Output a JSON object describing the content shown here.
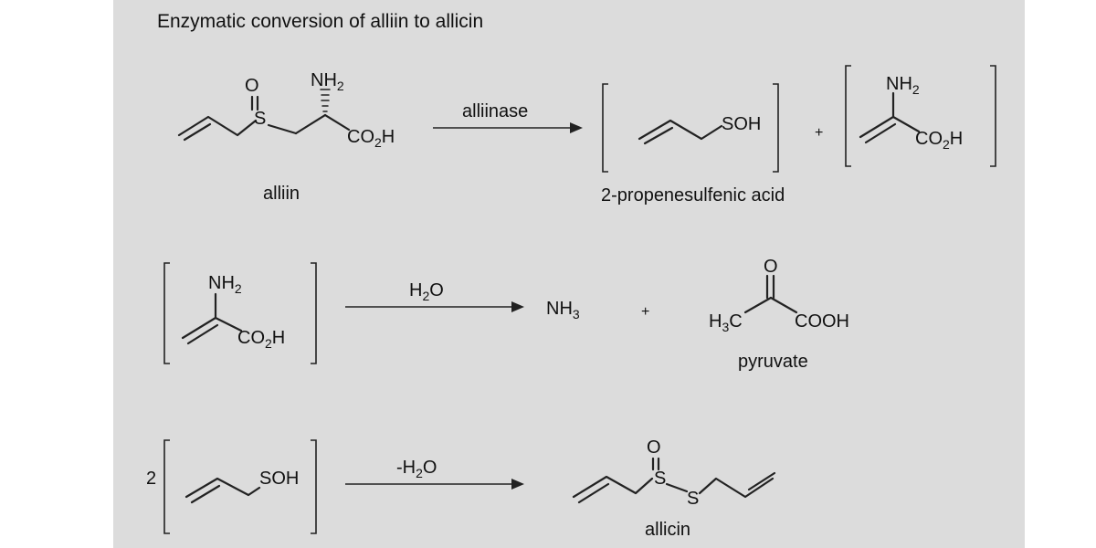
{
  "title": "Enzymatic conversion of alliin to allicin",
  "reaction1": {
    "reactant": {
      "amine": "NH",
      "amine_sub": "2",
      "sulfur": "S",
      "oxygen": "O",
      "acid": "CO",
      "acid_sub": "2",
      "acid_tail": "H",
      "name": "alliin"
    },
    "enzyme": "alliinase",
    "product1": {
      "group": "SOH",
      "name": "2-propenesulfenic acid"
    },
    "plus": "+",
    "product2": {
      "amine": "NH",
      "amine_sub": "2",
      "acid": "CO",
      "acid_sub": "2",
      "acid_tail": "H"
    }
  },
  "reaction2": {
    "reactant": {
      "amine": "NH",
      "amine_sub": "2",
      "acid": "CO",
      "acid_sub": "2",
      "acid_tail": "H"
    },
    "reagent": {
      "main": "H",
      "sub": "2",
      "tail": "O"
    },
    "product1": {
      "main": "NH",
      "sub": "3"
    },
    "plus": "+",
    "product2": {
      "methyl": "H",
      "methyl_sub": "3",
      "methyl_tail": "C",
      "oxygen": "O",
      "acid": "COOH",
      "name": "pyruvate"
    }
  },
  "reaction3": {
    "coefficient": "2",
    "reactant": {
      "group": "SOH"
    },
    "reagent": {
      "main": "-H",
      "sub": "2",
      "tail": "O"
    },
    "product": {
      "sulfur1": "S",
      "oxygen": "O",
      "sulfur2": "S",
      "name": "allicin"
    }
  }
}
